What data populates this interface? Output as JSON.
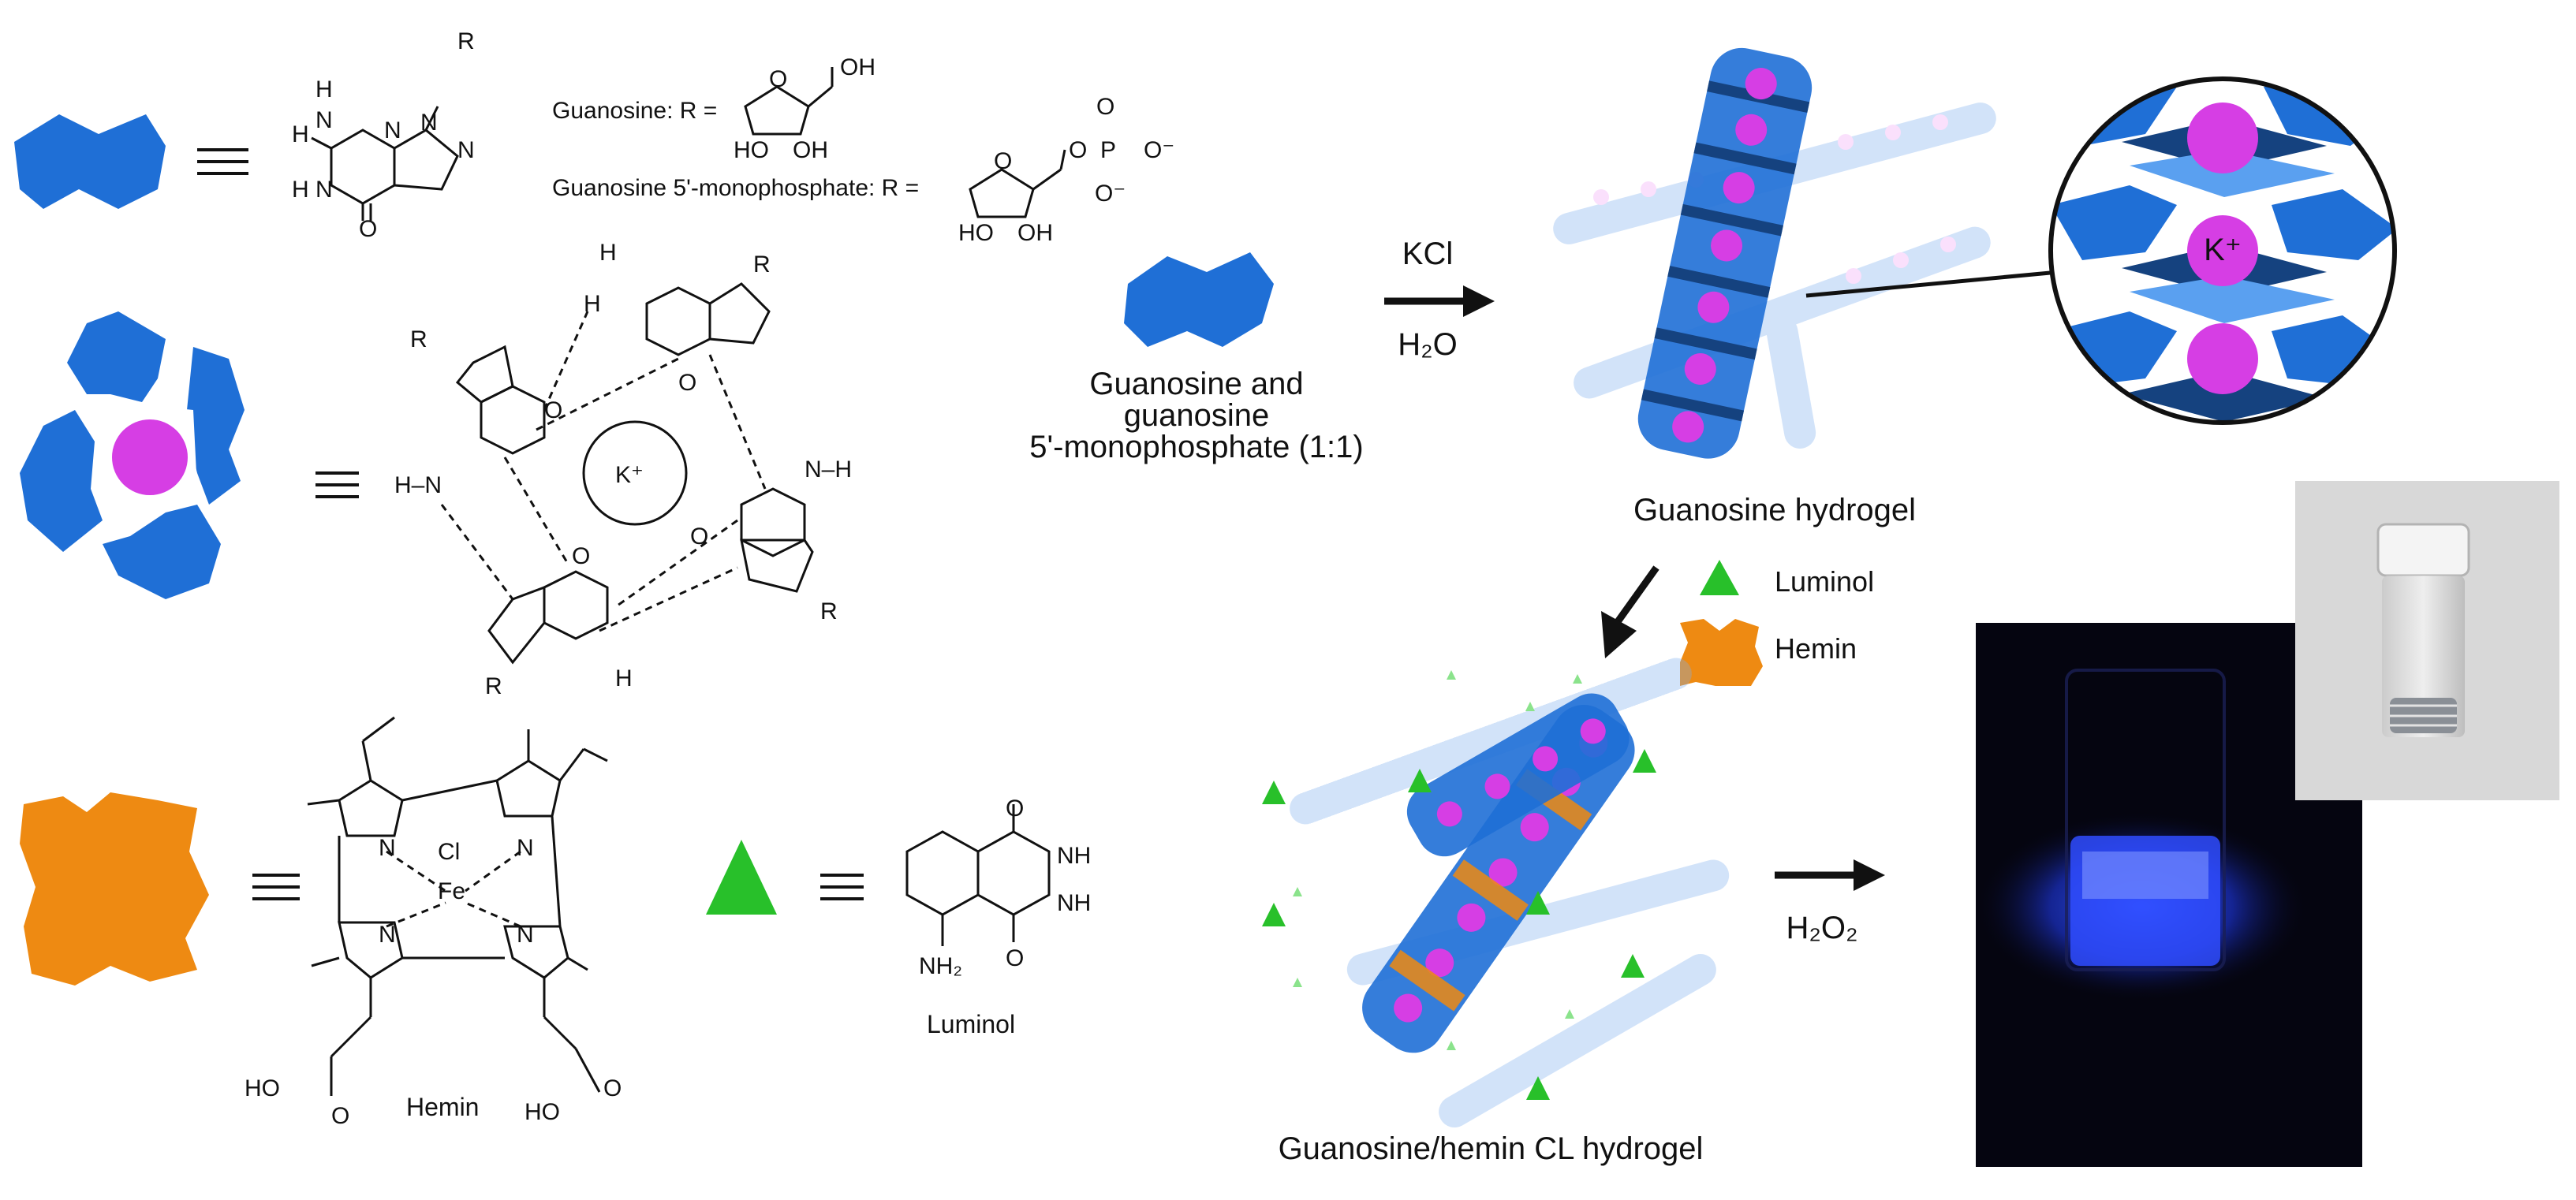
{
  "legend": {
    "guanosine_R1": "Guanosine: R =",
    "guanosine_R2": "Guanosine 5'-monophosphate: R =",
    "hemin_name": "Hemin",
    "luminol_name": "Luminol"
  },
  "atoms": {
    "H": "H",
    "N": "N",
    "R": "R",
    "O": "O",
    "OH": "OH",
    "HO": "HO",
    "P": "P",
    "Ominus": "O⁻",
    "Kplus": "K⁺",
    "Cl": "Cl",
    "Fe": "Fe",
    "NH": "NH",
    "NH2": "NH₂",
    "H2N": "H₂N",
    "HN": "HN",
    "NminusH": "N–H",
    "HminusN": "H–N"
  },
  "process": {
    "reagent1_top": "KCl",
    "reagent1_bottom": "H₂O",
    "precursor_label_1": "Guanosine and",
    "precursor_label_2": "guanosine",
    "precursor_label_3": "5'-monophosphate (1:1)",
    "hydrogel_label": "Guanosine hydrogel",
    "luminol_legend": "Luminol",
    "hemin_legend": "Hemin",
    "cl_hydrogel_label": "Guanosine/hemin CL hydrogel",
    "reagent2": "H₂O₂",
    "zoom_ion": "K⁺"
  },
  "colors": {
    "guanine_blue": "#1f6fd6",
    "potassium_magenta": "#d63ee4",
    "hemin_orange": "#ee8a12",
    "luminol_green": "#28c02a",
    "chemiluminescence_blue": "#2438ff"
  }
}
